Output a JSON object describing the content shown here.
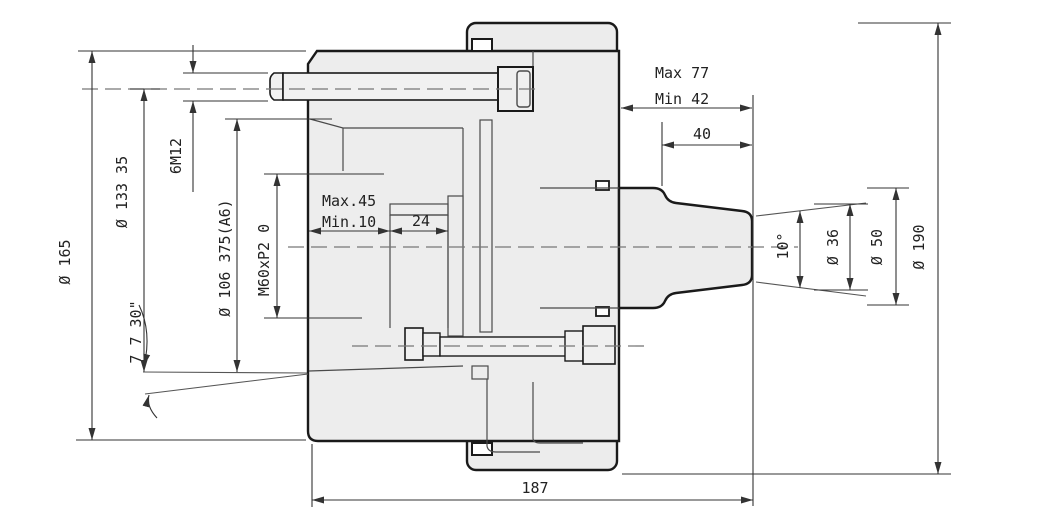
{
  "drawing": {
    "kind": "technical-section-drawing",
    "labels": {
      "dia_body": "Ø 165",
      "bolt_circle": "Ø 133 35",
      "mount_bolts": "6M12",
      "taper_ref": "Ø 106 375(A6)",
      "draw_thread": "M60xP2 0",
      "taper_angle": "7 7 30\"",
      "stroke_max": "Max 77",
      "stroke_min": "Min 42",
      "dim_40": "40",
      "plunger_max": "Max.45",
      "plunger_min": "Min.10",
      "dim_24": "24",
      "nose_angle": "10°",
      "dia_36": "Ø 36",
      "dia_50": "Ø 50",
      "dia_190": "Ø 190",
      "overall_length": "187"
    },
    "colors": {
      "outline": "#1a1a1a",
      "inner_line": "#4a4a4a",
      "dim_line": "#333333",
      "body_fill": "#ededed",
      "background": "#ffffff"
    }
  }
}
